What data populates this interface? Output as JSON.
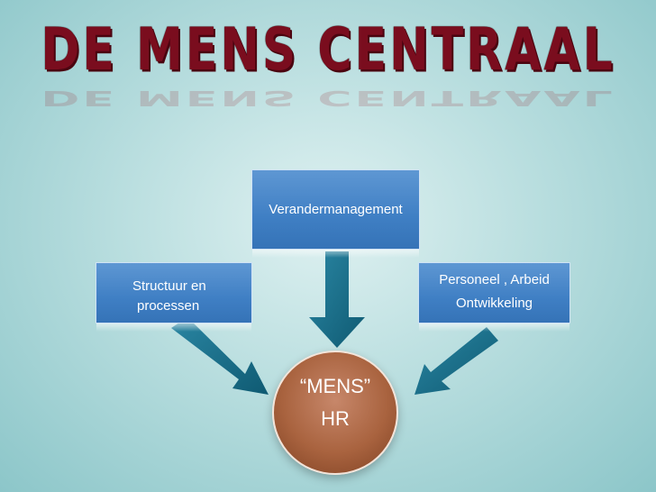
{
  "title": "DE MENS CENTRAAL",
  "nodes": {
    "top": "Verandermanagement",
    "left_line1": "Structuur en",
    "left_line2": "processen",
    "right_line1": "Personeel , Arbeid",
    "right_line2": "Ontwikkeling",
    "center_line1": "“MENS”",
    "center_line2": "HR"
  },
  "colors": {
    "title": "#7a0d1e",
    "box": "#3f7fc4",
    "arrow": "#1a6a82",
    "circle": "#a9633f"
  }
}
